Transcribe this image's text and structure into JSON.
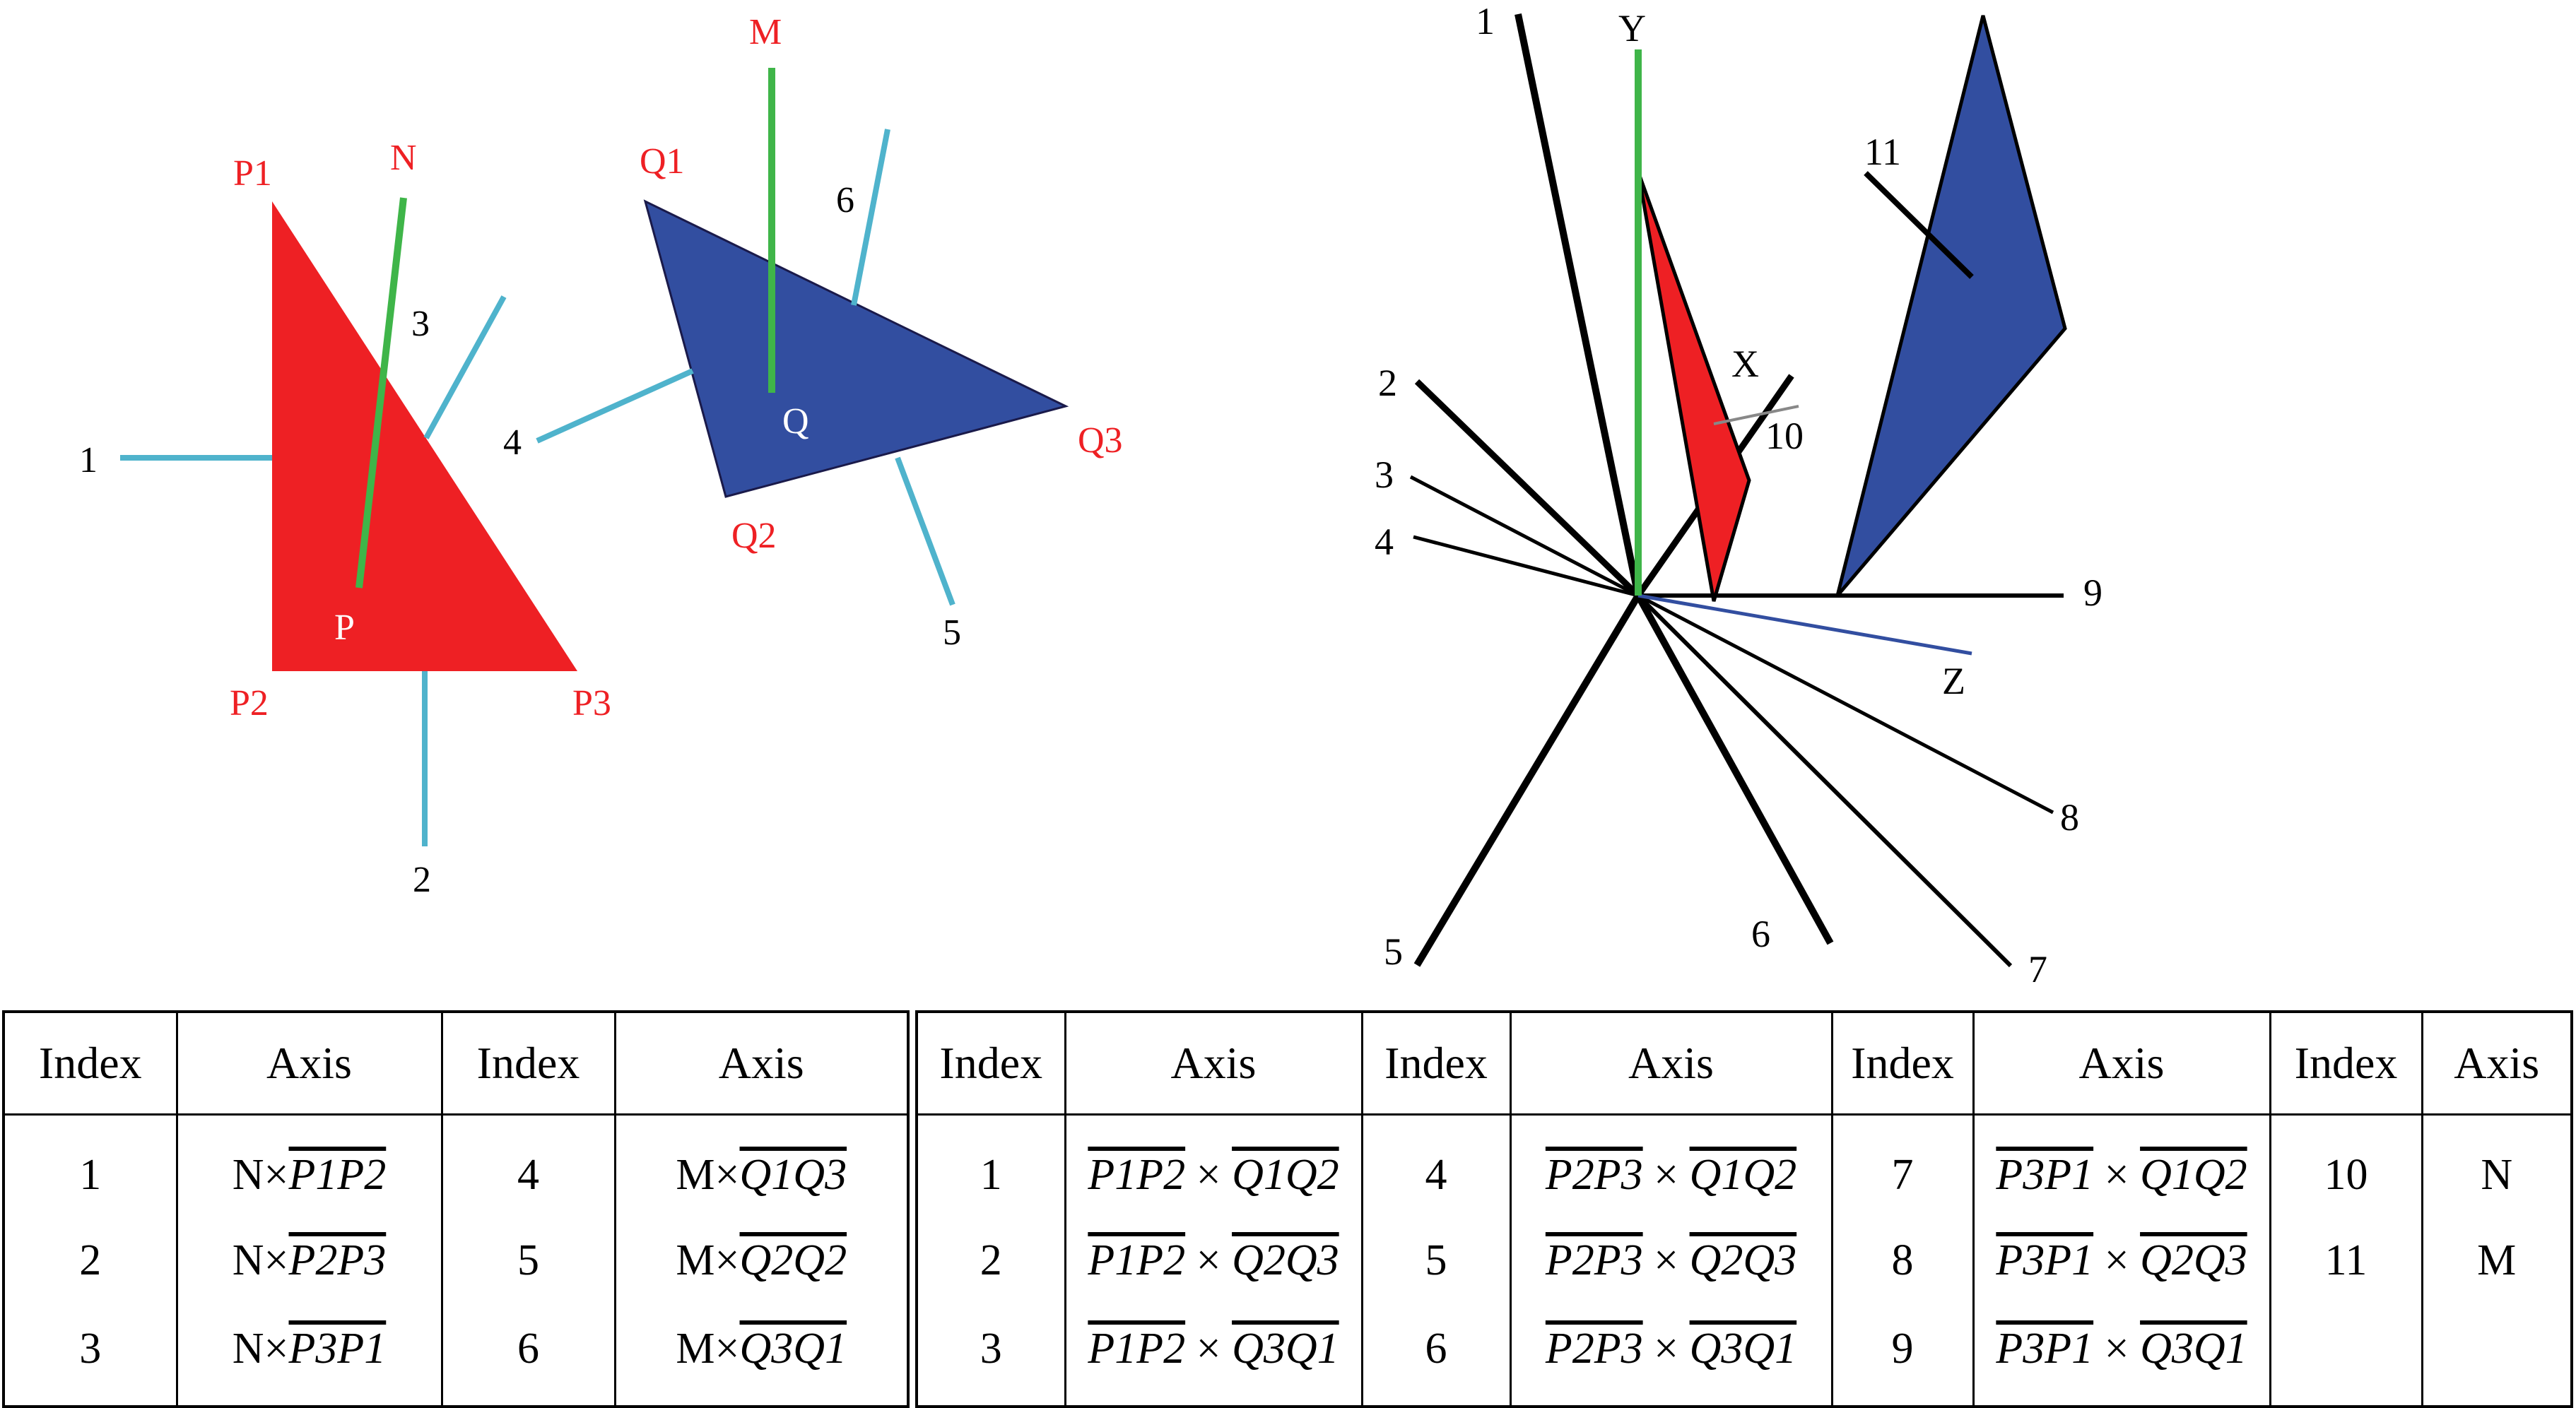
{
  "left_diagram": {
    "triangle_p": {
      "color": "#ee2024",
      "vertices": [
        "P1",
        "P2",
        "P3"
      ],
      "center": "P",
      "normal": "N"
    },
    "triangle_q": {
      "color": "#324ea0",
      "vertices": [
        "Q1",
        "Q2",
        "Q3"
      ],
      "center": "Q",
      "normal": "M"
    },
    "axis_labels": [
      "1",
      "2",
      "3",
      "4",
      "5",
      "6"
    ],
    "axis_color": "#4fb3cc",
    "normal_color": "#3fb549"
  },
  "right_diagram": {
    "axis_labels": [
      "1",
      "2",
      "3",
      "4",
      "5",
      "6",
      "7",
      "8",
      "9",
      "10",
      "11"
    ],
    "frame_labels": {
      "x": "X",
      "y": "Y",
      "z": "Z"
    },
    "colors": {
      "y_axis": "#3fb549",
      "z_axis": "#324ea0",
      "x_tick": "#888888"
    }
  },
  "table_left": {
    "headers": [
      "Index",
      "Axis",
      "Index",
      "Axis"
    ],
    "rows": [
      {
        "i1": "1",
        "op1": "N×",
        "v1": "P1P2",
        "i2": "4",
        "op2": "M×",
        "v2": "Q1Q3"
      },
      {
        "i1": "2",
        "op1": "N×",
        "v1": "P2P3",
        "i2": "5",
        "op2": "M×",
        "v2": "Q2Q2"
      },
      {
        "i1": "3",
        "op1": "N×",
        "v1": "P3P1",
        "i2": "6",
        "op2": "M×",
        "v2": "Q3Q1"
      }
    ]
  },
  "table_right": {
    "headers": [
      "Index",
      "Axis",
      "Index",
      "Axis",
      "Index",
      "Axis",
      "Index",
      "Axis"
    ],
    "cross": "×",
    "rows": [
      {
        "i1": "1",
        "a1": "P1P2",
        "b1": "Q1Q2",
        "i2": "4",
        "a2": "P2P3",
        "b2": "Q1Q2",
        "i3": "7",
        "a3": "P3P1",
        "b3": "Q1Q2",
        "i4": "10",
        "ax4": "N"
      },
      {
        "i1": "2",
        "a1": "P1P2",
        "b1": "Q2Q3",
        "i2": "5",
        "a2": "P2P3",
        "b2": "Q2Q3",
        "i3": "8",
        "a3": "P3P1",
        "b3": "Q2Q3",
        "i4": "11",
        "ax4": "M"
      },
      {
        "i1": "3",
        "a1": "P1P2",
        "b1": "Q3Q1",
        "i2": "6",
        "a2": "P2P3",
        "b2": "Q3Q1",
        "i3": "9",
        "a3": "P3P1",
        "b3": "Q3Q1",
        "i4": "",
        "ax4": ""
      }
    ]
  }
}
